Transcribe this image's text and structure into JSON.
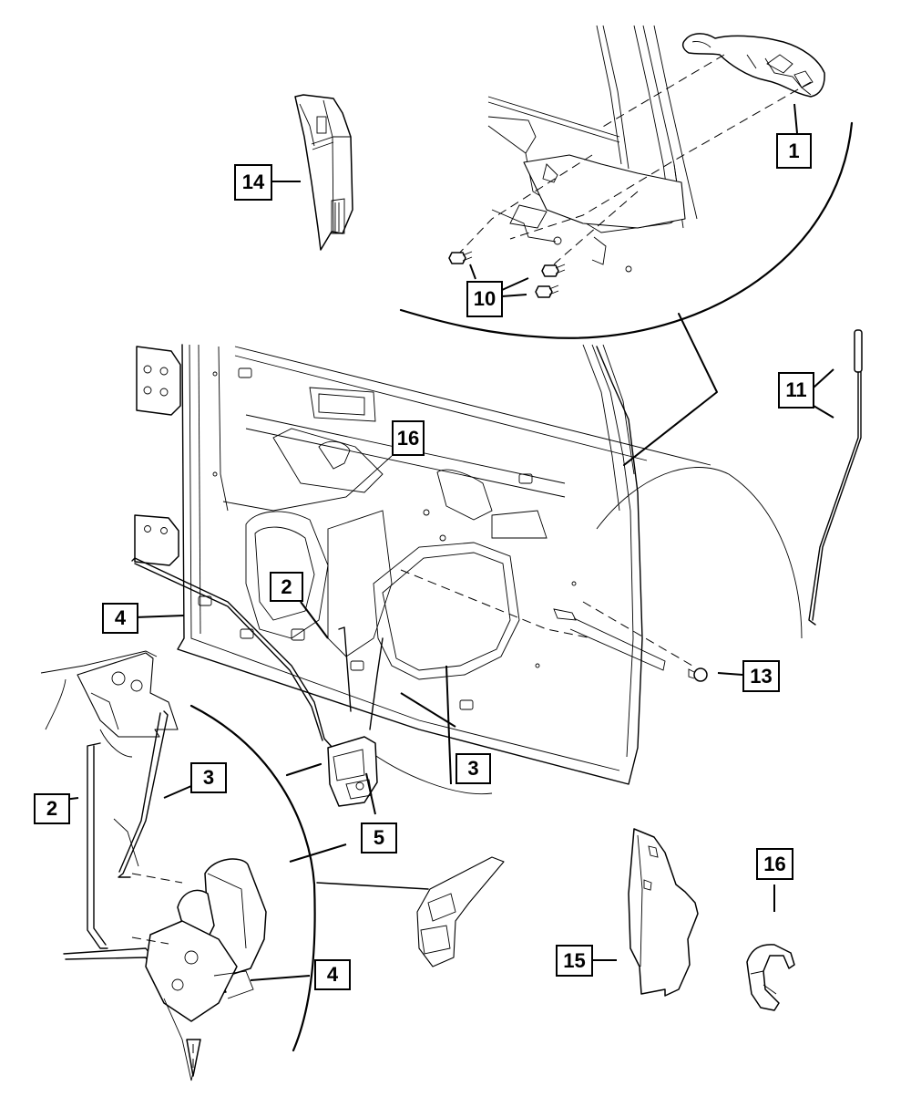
{
  "diagram": {
    "type": "exploded-parts-diagram",
    "subject": "Front door lock, handle and latch assembly",
    "line_color": "#000000",
    "background_color": "#ffffff",
    "callouts": [
      {
        "id": "c1",
        "label": "1",
        "part": "outside-door-handle"
      },
      {
        "id": "c2a",
        "label": "2",
        "part": "latch-rod-upper"
      },
      {
        "id": "c2b",
        "label": "2",
        "part": "latch-rod-detail"
      },
      {
        "id": "c3a",
        "label": "3",
        "part": "inside-handle-rod"
      },
      {
        "id": "c3b",
        "label": "3",
        "part": "inside-handle-rod-detail"
      },
      {
        "id": "c4a",
        "label": "4",
        "part": "lock-rod"
      },
      {
        "id": "c4b",
        "label": "4",
        "part": "lock-rod-detail"
      },
      {
        "id": "c5",
        "label": "5",
        "part": "door-latch"
      },
      {
        "id": "c10",
        "label": "10",
        "part": "handle-screws"
      },
      {
        "id": "c11",
        "label": "11",
        "part": "lock-cylinder-rod"
      },
      {
        "id": "c13",
        "label": "13",
        "part": "push-pin-retainer"
      },
      {
        "id": "c14",
        "label": "14",
        "part": "trim-bracket"
      },
      {
        "id": "c15",
        "label": "15",
        "part": "latch-shield"
      },
      {
        "id": "c16a",
        "label": "16",
        "part": "rod-clip-in-door"
      },
      {
        "id": "c16b",
        "label": "16",
        "part": "rod-clip"
      }
    ]
  }
}
